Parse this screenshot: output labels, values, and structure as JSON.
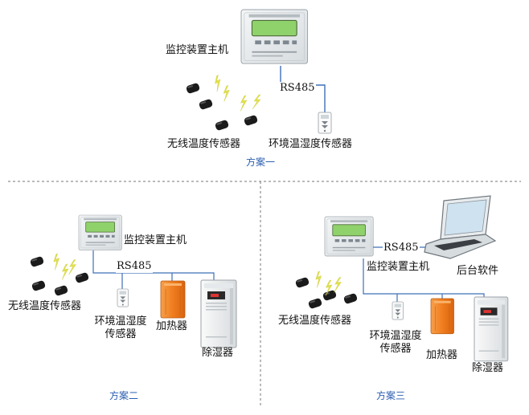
{
  "scheme_1": {
    "title": "方案一",
    "host_label": "监控装置主机",
    "link_label": "RS485",
    "wireless_label": "无线温度传感器",
    "env_label": "环境温湿度传感器"
  },
  "scheme_2": {
    "title": "方案二",
    "host_label": "监控装置主机",
    "link_label": "RS485",
    "wireless_label": "无线温度传感器",
    "env_label_line1": "环境温湿度",
    "env_label_line2": "传感器",
    "heater_label": "加热器",
    "dehumidifier_label": "除湿器"
  },
  "scheme_3": {
    "title": "方案三",
    "host_label": "监控装置主机",
    "link_label": "RS485",
    "software_label": "后台软件",
    "wireless_label": "无线温度传感器",
    "env_label_line1": "环境温湿度",
    "env_label_line2": "传感器",
    "heater_label": "加热器",
    "dehumidifier_label": "除湿器"
  },
  "colors": {
    "device_body": "#e9ecee",
    "lcd_screen": "#8fd16b",
    "heater_orange": "#f07d1e",
    "wire": "#3f6fb8",
    "lightning": "#e3e24a",
    "scheme_title": "#2a5db0"
  }
}
